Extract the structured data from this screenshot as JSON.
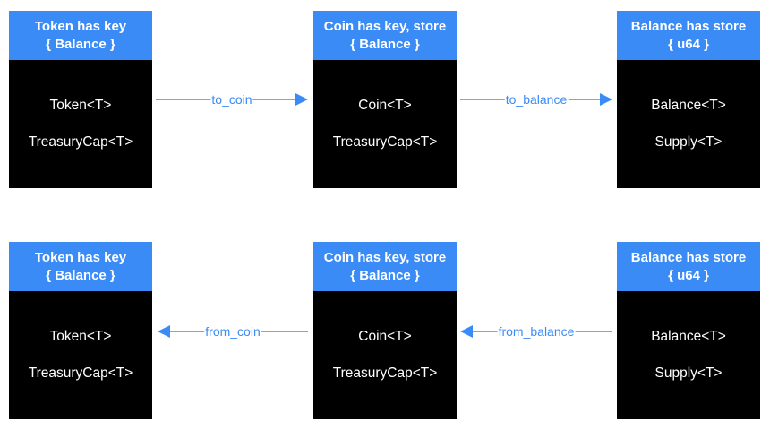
{
  "colors": {
    "header_blue": "#3b8bf6",
    "arrow_blue": "#3b8bf6",
    "arrow_line_blue": "#76a5f3",
    "body_black": "#000000",
    "text_white": "#ffffff",
    "background": "#ffffff"
  },
  "rows": [
    {
      "name": "top",
      "boxes": [
        {
          "title_line1": "Token has key",
          "title_line2": "{ Balance }",
          "items": [
            "Token<T>",
            "TreasuryCap<T>"
          ]
        },
        {
          "title_line1": "Coin has key, store",
          "title_line2": "{ Balance }",
          "items": [
            "Coin<T>",
            "TreasuryCap<T>"
          ]
        },
        {
          "title_line1": "Balance has store",
          "title_line2": "{ u64 }",
          "items": [
            "Balance<T>",
            "Supply<T>"
          ]
        }
      ],
      "arrows": [
        {
          "label": "to_coin",
          "direction": "right"
        },
        {
          "label": "to_balance",
          "direction": "right"
        }
      ]
    },
    {
      "name": "bottom",
      "boxes": [
        {
          "title_line1": "Token has key",
          "title_line2": "{ Balance }",
          "items": [
            "Token<T>",
            "TreasuryCap<T>"
          ]
        },
        {
          "title_line1": "Coin has key, store",
          "title_line2": "{ Balance }",
          "items": [
            "Coin<T>",
            "TreasuryCap<T>"
          ]
        },
        {
          "title_line1": "Balance has store",
          "title_line2": "{ u64 }",
          "items": [
            "Balance<T>",
            "Supply<T>"
          ]
        }
      ],
      "arrows": [
        {
          "label": "from_coin",
          "direction": "left"
        },
        {
          "label": "from_balance",
          "direction": "left"
        }
      ]
    }
  ]
}
